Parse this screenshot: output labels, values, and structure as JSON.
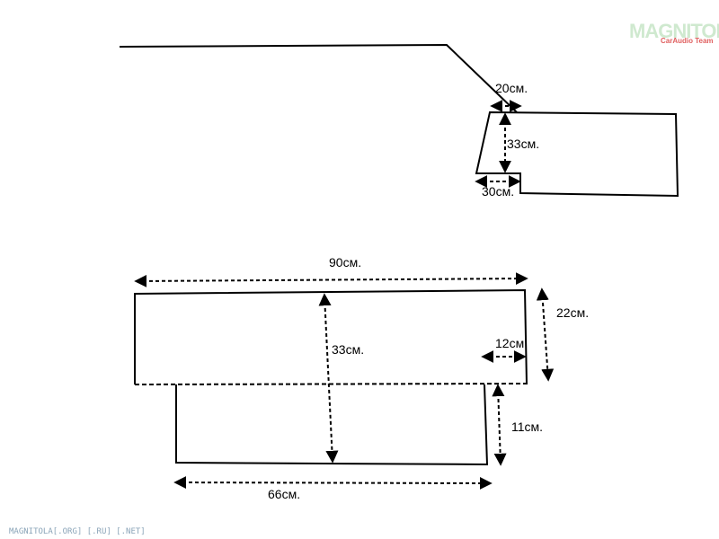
{
  "logo": {
    "name": "MAGNITOLA",
    "tagline": "CarAudio Team"
  },
  "footer": {
    "site": "MAGNITOLA[.ORG] [.RU] [.NET]"
  },
  "side_view": {
    "labels": {
      "top_width": "20см.",
      "height": "33см.",
      "bottom_width": "30см."
    }
  },
  "top_view": {
    "labels": {
      "total_width": "90см.",
      "depth": "33см.",
      "step_width": "12см.",
      "upper_depth": "22см.",
      "lower_depth": "11см.",
      "bottom_width": "66см."
    }
  },
  "colors": {
    "lines": "#000000",
    "logo": "#cfe9cf",
    "logo_accent": "#e06060",
    "footer": "#8aa4b8"
  }
}
